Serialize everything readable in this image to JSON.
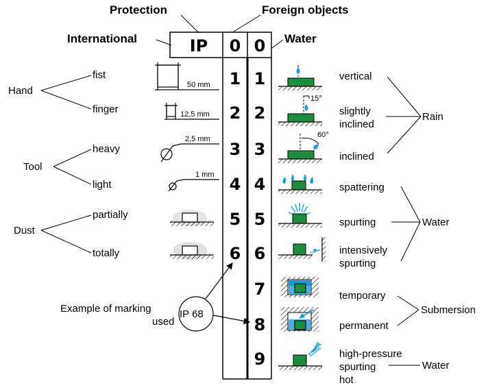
{
  "headers": {
    "protection": "Protection",
    "foreign_objects": "Foreign objects",
    "international": "International",
    "water": "Water",
    "ip": "IP",
    "zero_left": "0",
    "zero_right": "0"
  },
  "groups": {
    "hand": "Hand",
    "tool": "Tool",
    "dust": "Dust"
  },
  "left_items": [
    "fist",
    "finger",
    "heavy",
    "light",
    "partially",
    "totally"
  ],
  "dimensions": [
    "50 mm",
    "12,5 mm",
    "2,5 mm",
    "1 mm"
  ],
  "foreign_digits": [
    "1",
    "2",
    "3",
    "4",
    "5",
    "6"
  ],
  "water_digits": [
    "1",
    "2",
    "3",
    "4",
    "5",
    "6",
    "7",
    "8",
    "9"
  ],
  "water_items": {
    "vertical": "vertical",
    "slightly": "slightly",
    "inclined1": "inclined",
    "inclined2": "inclined",
    "spattering": "spattering",
    "spurting": "spurting",
    "intensively": "intensively",
    "spurting2": "spurting",
    "temporary": "temporary",
    "permanent": "permanent",
    "highpressure": "high-pressure",
    "spurting3": "spurting",
    "hot": "hot"
  },
  "water_groups": {
    "rain": "Rain",
    "water1": "Water",
    "submersion": "Submersion",
    "water2": "Water"
  },
  "angles": {
    "a15": "15°",
    "a60": "60°"
  },
  "example": {
    "label_line1": "Example of marking",
    "label_line2": "used",
    "code": "IP 68"
  },
  "colors": {
    "green": "#1e8c3e",
    "blue": "#1a9ad6",
    "ink": "#000000"
  }
}
